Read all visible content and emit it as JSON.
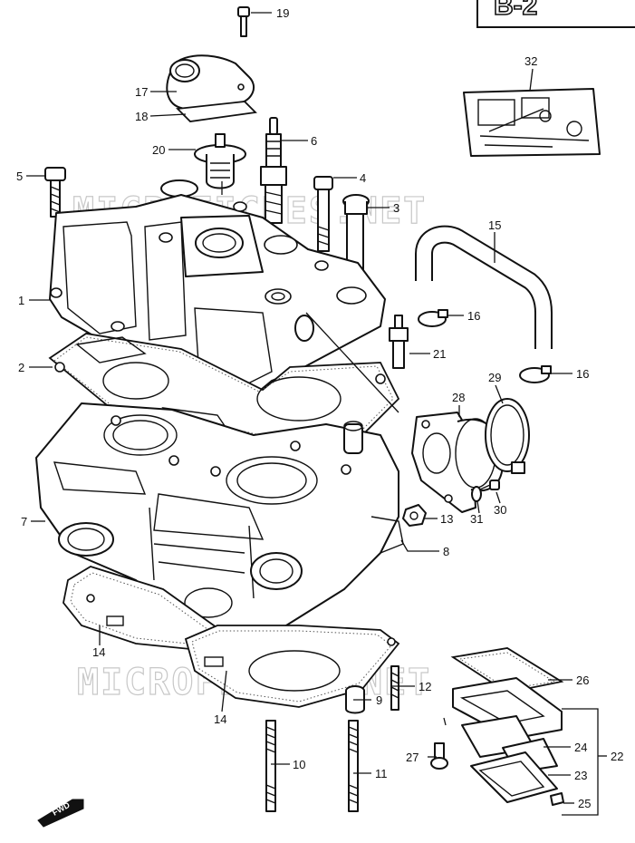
{
  "diagram": {
    "page_code": "B-2",
    "watermark": "MICROFICHES.NET",
    "direction_badge": "FWD",
    "callouts": {
      "c1": "1",
      "c2": "2",
      "c3": "3",
      "c4": "4",
      "c5": "5",
      "c6": "6",
      "c7": "7",
      "c8": "8",
      "c9": "9",
      "c10": "10",
      "c11": "11",
      "c12": "12",
      "c13": "13",
      "c14a": "14",
      "c14b": "14",
      "c15": "15",
      "c16a": "16",
      "c16b": "16",
      "c17": "17",
      "c18": "18",
      "c19": "19",
      "c20": "20",
      "c21": "21",
      "c22": "22",
      "c23": "23",
      "c24": "24",
      "c25": "25",
      "c26": "26",
      "c27": "27",
      "c28": "28",
      "c29": "29",
      "c30": "30",
      "c31": "31",
      "c32": "32"
    }
  }
}
